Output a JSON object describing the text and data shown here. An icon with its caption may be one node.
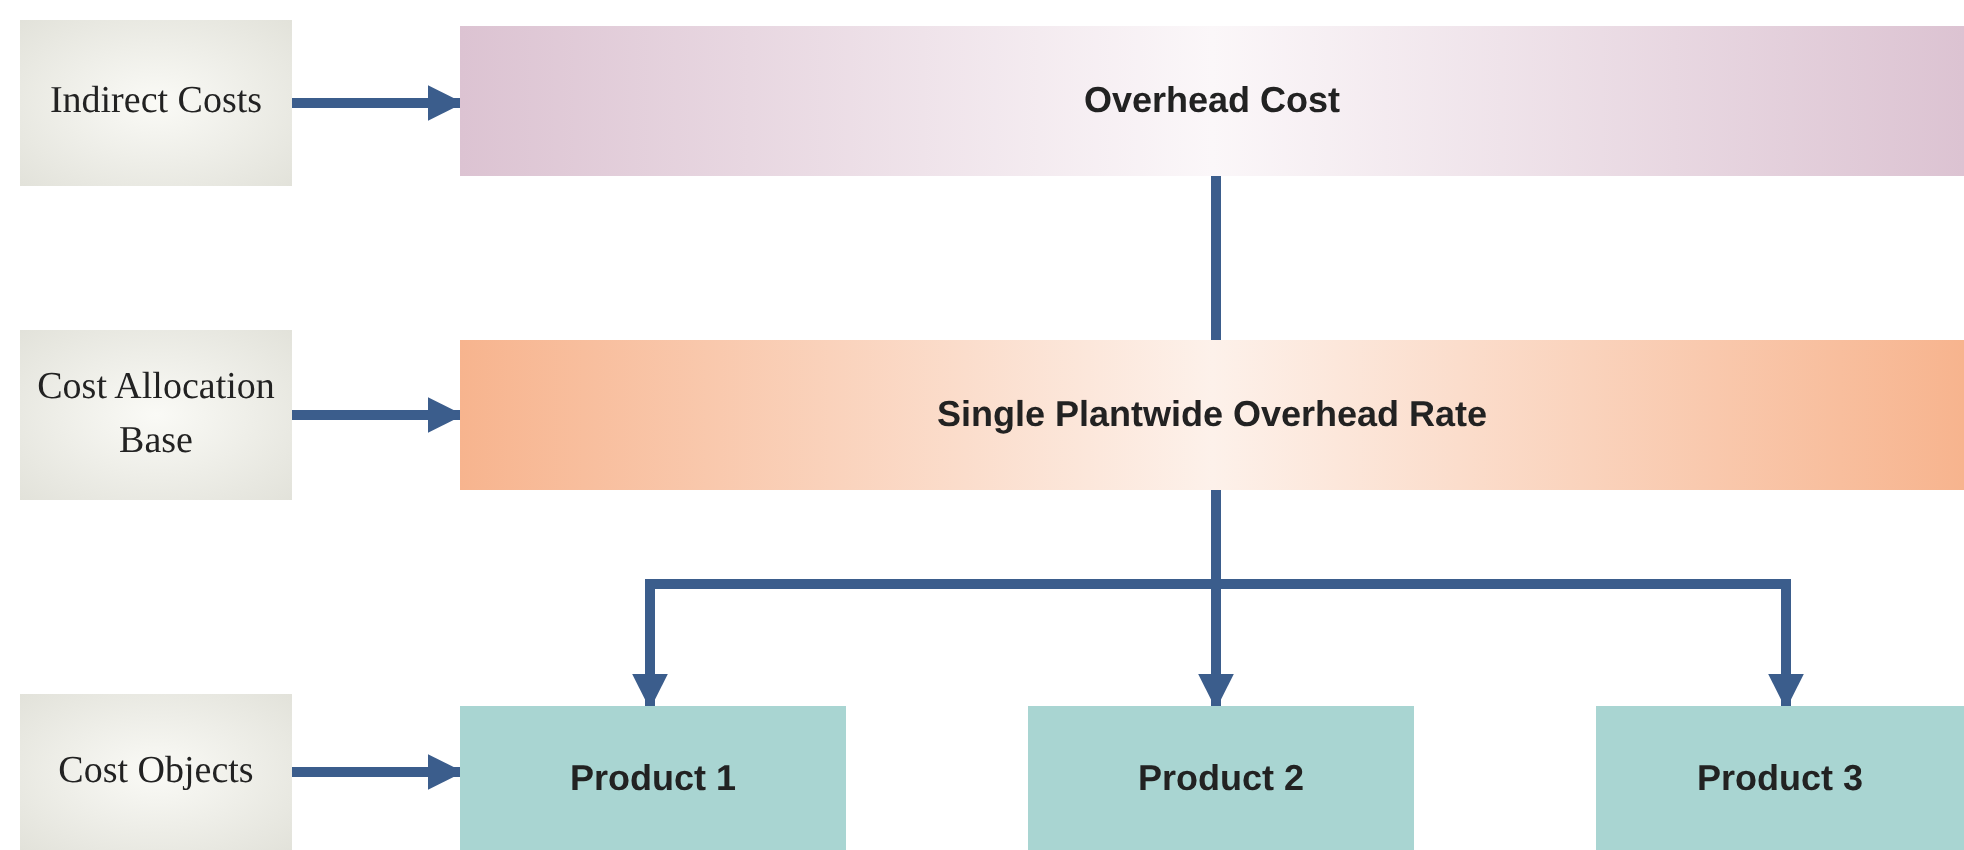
{
  "diagram": {
    "nodes": [
      {
        "text": [
          "Indirect Costs"
        ]
      },
      {
        "text": [
          "Overhead Cost"
        ]
      },
      {
        "text": [
          "Cost Allocation Base"
        ]
      },
      {
        "text": [
          "Single Plantwide Overhead Rate"
        ]
      },
      {
        "text": [
          "Cost Objects"
        ]
      },
      {
        "text": [
          "Product 1"
        ]
      },
      {
        "text": [
          "Product 2"
        ]
      },
      {
        "text": [
          "Product 3"
        ]
      }
    ],
    "edges": [
      {
        "from": 0,
        "to": 1,
        "arrow": "to"
      },
      {
        "from": 1,
        "to": 3,
        "arrow": "none"
      },
      {
        "from": 2,
        "to": 3,
        "arrow": "to"
      },
      {
        "from": 3,
        "to": 5,
        "arrow": "to"
      },
      {
        "from": 3,
        "to": 6,
        "arrow": "to"
      },
      {
        "from": 3,
        "to": 7,
        "arrow": "to"
      },
      {
        "from": 4,
        "to": 5,
        "arrow": "to"
      }
    ]
  }
}
